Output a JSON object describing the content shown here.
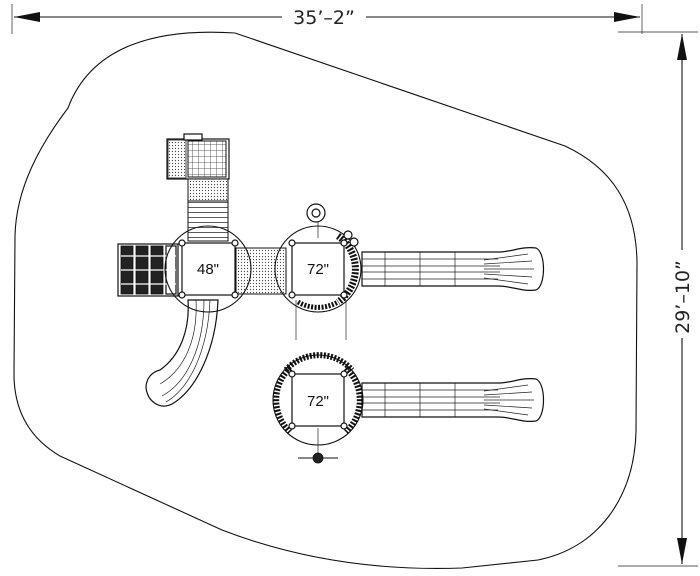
{
  "dimensions": {
    "width_label": "35’–2”",
    "height_label": "29’–10”"
  },
  "decks": {
    "deck1_label": "48\"",
    "deck2_label": "72\"",
    "deck3_label": "72\""
  },
  "colors": {
    "line": "#111111",
    "background": "#ffffff"
  }
}
